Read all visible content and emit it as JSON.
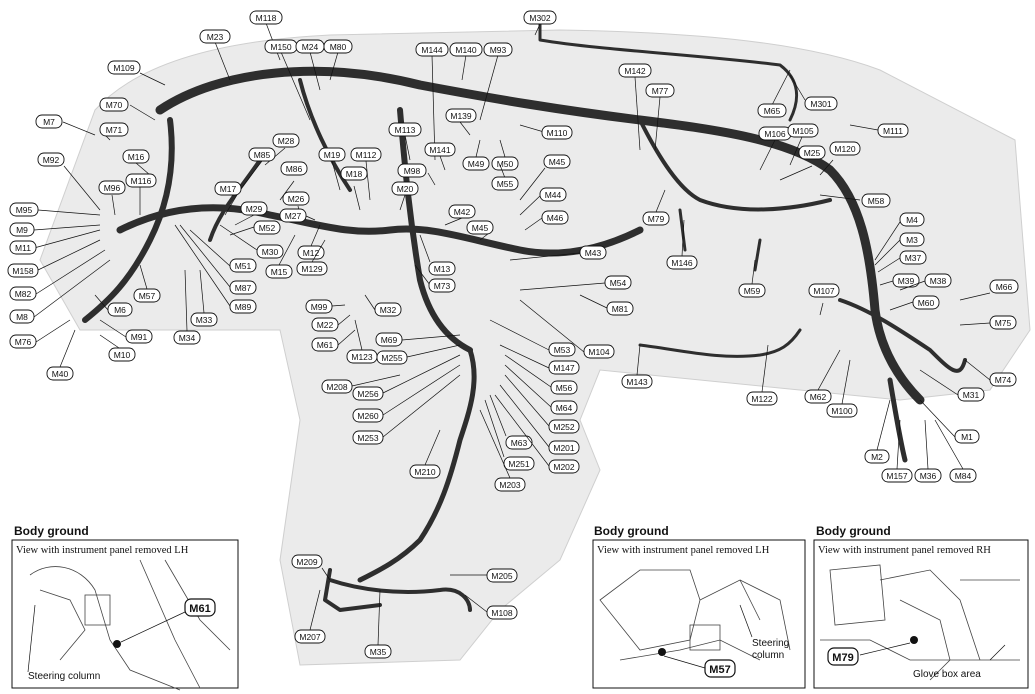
{
  "diagram": {
    "connectors": [
      "M118",
      "M302",
      "M23",
      "M150",
      "M24",
      "M80",
      "M144",
      "M140",
      "M93",
      "M109",
      "M142",
      "M77",
      "M65",
      "M301",
      "M70",
      "M7",
      "M71",
      "M139",
      "M113",
      "M110",
      "M106",
      "M105",
      "M111",
      "M28",
      "M85",
      "M19",
      "M112",
      "M141",
      "M49",
      "M50",
      "M25",
      "M120",
      "M92",
      "M16",
      "M86",
      "M18",
      "M98",
      "M55",
      "M45",
      "M96",
      "M116",
      "M17",
      "M26",
      "M20",
      "M44",
      "M58",
      "M95",
      "M29",
      "M27",
      "M42",
      "M46",
      "M79",
      "M4",
      "M9",
      "M52",
      "M45",
      "M11",
      "M30",
      "M12",
      "M13",
      "M43",
      "M3",
      "M37",
      "M158",
      "M51",
      "M15",
      "M129",
      "M73",
      "M146",
      "M59",
      "M39",
      "M38",
      "M82",
      "M87",
      "M57",
      "M54",
      "M107",
      "M66",
      "M8",
      "M6",
      "M33",
      "M89",
      "M99",
      "M32",
      "M81",
      "M60",
      "M75",
      "M22",
      "M91",
      "M34",
      "M76",
      "M61",
      "M69",
      "M53",
      "M104",
      "M10",
      "M123",
      "M255",
      "M147",
      "M143",
      "M122",
      "M74",
      "M40",
      "M208",
      "M256",
      "M56",
      "M62",
      "M31",
      "M64",
      "M100",
      "M260",
      "M252",
      "M253",
      "M201",
      "M1",
      "M63",
      "M251",
      "M202",
      "M2",
      "M210",
      "M203",
      "M157",
      "M36",
      "M84",
      "M209",
      "M205",
      "M108",
      "M207",
      "M35"
    ],
    "body_ground_insets": [
      {
        "title": "Body ground",
        "subtitle": "View with instrument panel removed LH",
        "tag": "M61",
        "notes": [
          "Steering column"
        ]
      },
      {
        "title": "Body ground",
        "subtitle": "View with instrument panel removed LH",
        "tag": "M57",
        "notes": [
          "Steering",
          "column"
        ]
      },
      {
        "title": "Body ground",
        "subtitle": "View with instrument panel removed RH",
        "tag": "M79",
        "notes": [
          "Glove box area"
        ]
      }
    ]
  }
}
